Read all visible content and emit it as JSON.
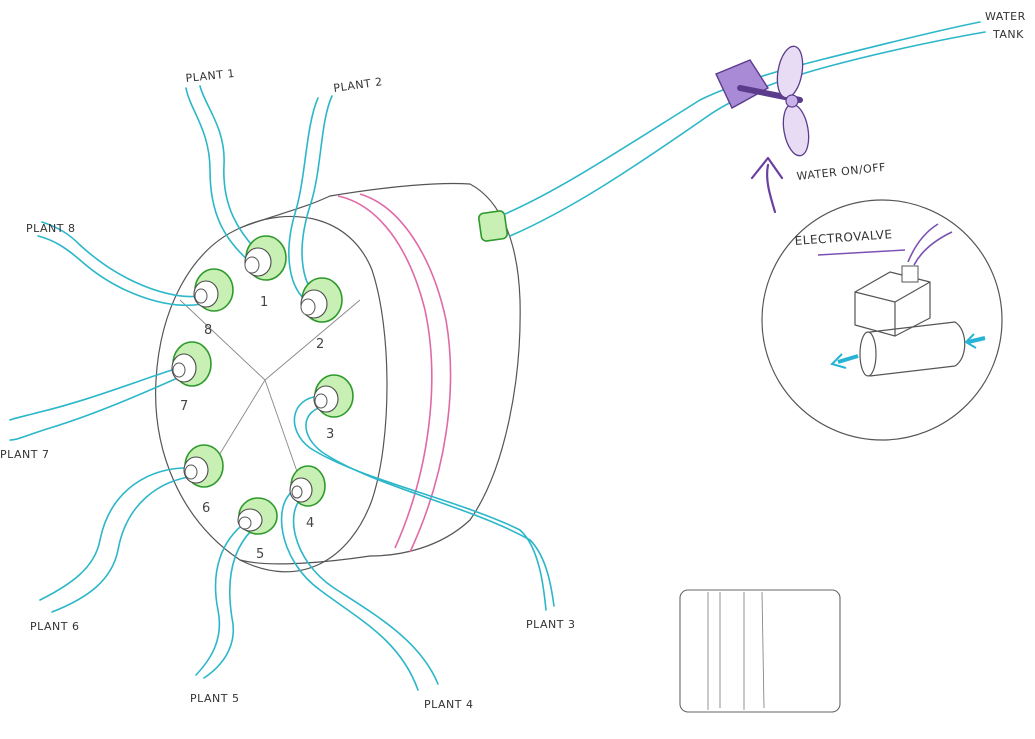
{
  "labels": {
    "water_tank_line1": "WATER",
    "water_tank_line2": "TANK",
    "water_on_off": "WATER ON/OFF",
    "electrovalve": "ELECTROVALVE",
    "plant_1": "PLANT 1",
    "plant_2": "PLANT 2",
    "plant_3": "PLANT 3",
    "plant_4": "PLANT 4",
    "plant_5": "PLANT 5",
    "plant_6": "PLANT 6",
    "plant_7": "PLANT 7",
    "plant_8": "PLANT 8"
  },
  "outlet_numbers": [
    "1",
    "2",
    "3",
    "4",
    "5",
    "6",
    "7",
    "8"
  ],
  "colors": {
    "tube": "#2bb7c9",
    "fitting": "#2f9a2c",
    "fitting_fill": "#c8efb4",
    "band": "#e06aa8",
    "valve": "#7b4fb3",
    "arrow": "#6a3fa0",
    "pencil": "#555555"
  }
}
